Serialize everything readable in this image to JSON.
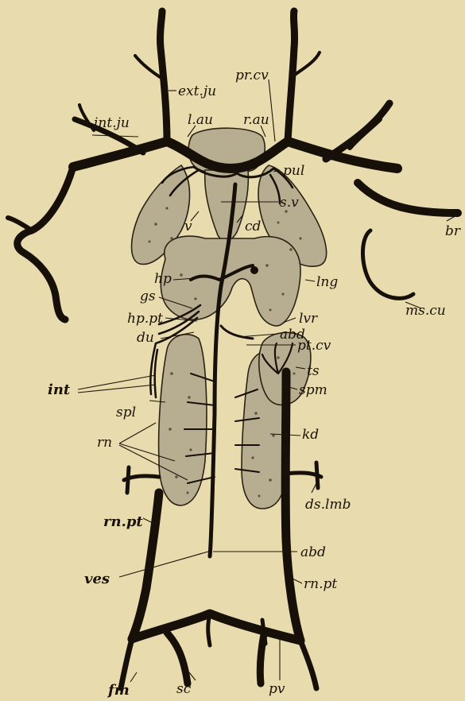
{
  "figure": {
    "labels": [
      {
        "id": "ext-ju",
        "text": "ext.ju"
      },
      {
        "id": "pr-cv",
        "text": "pr.cv"
      },
      {
        "id": "int-ju",
        "text": "int.ju"
      },
      {
        "id": "l-au",
        "text": "l.au"
      },
      {
        "id": "r-au",
        "text": "r.au"
      },
      {
        "id": "pul",
        "text": "pul"
      },
      {
        "id": "s-v",
        "text": "s.v"
      },
      {
        "id": "v",
        "text": "v"
      },
      {
        "id": "cd",
        "text": "cd"
      },
      {
        "id": "br",
        "text": "br"
      },
      {
        "id": "hp",
        "text": "hp"
      },
      {
        "id": "lng",
        "text": "lng"
      },
      {
        "id": "ms-cu",
        "text": "ms.cu"
      },
      {
        "id": "gs",
        "text": "gs"
      },
      {
        "id": "lvr",
        "text": "lvr"
      },
      {
        "id": "hp-pt",
        "text": "hp.pt"
      },
      {
        "id": "abd-1",
        "text": "abd"
      },
      {
        "id": "du",
        "text": "du"
      },
      {
        "id": "pt-cv",
        "text": "pt.cv"
      },
      {
        "id": "int",
        "text": "int"
      },
      {
        "id": "ts",
        "text": "ts"
      },
      {
        "id": "spl",
        "text": "spl"
      },
      {
        "id": "spm",
        "text": "spm"
      },
      {
        "id": "kd",
        "text": "kd"
      },
      {
        "id": "rn",
        "text": "rn"
      },
      {
        "id": "ds-lmb",
        "text": "ds.lmb"
      },
      {
        "id": "rn-pt-l",
        "text": "rn.pt"
      },
      {
        "id": "abd-2",
        "text": "abd"
      },
      {
        "id": "ves",
        "text": "ves"
      },
      {
        "id": "rn-pt-r",
        "text": "rn.pt"
      },
      {
        "id": "fm",
        "text": "fm"
      },
      {
        "id": "sc",
        "text": "sc"
      },
      {
        "id": "pv",
        "text": "pv"
      }
    ]
  }
}
